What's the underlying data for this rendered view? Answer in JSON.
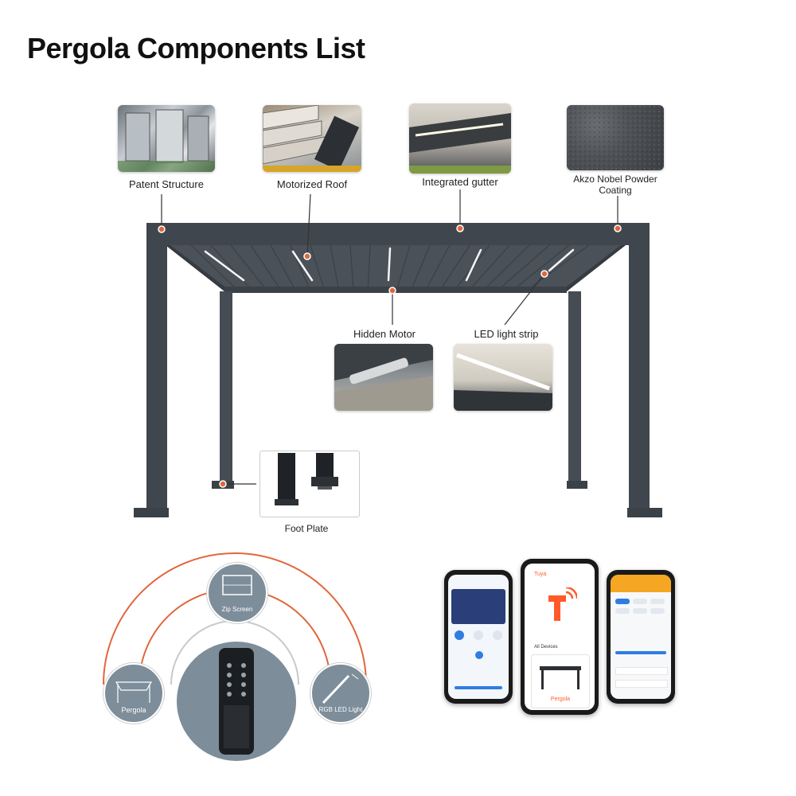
{
  "title": "Pergola Components List",
  "components": {
    "patent_structure": "Patent Structure",
    "motorized_roof": "Motorized Roof",
    "integrated_gutter": "Integrated gutter",
    "coating_line1": "Akzo Nobel Powder",
    "coating_line2": "Coating",
    "hidden_motor": "Hidden Motor",
    "led_strip": "LED light strip",
    "foot_plate": "Foot Plate"
  },
  "remote": {
    "zip_screen": "Zip Screen",
    "pergola": "Pergola",
    "rgb_light": "RGB LED Light"
  },
  "app": {
    "tuya_brand": "Tuya",
    "all_devices": "All Devices",
    "device_name": "Pergola"
  },
  "colors": {
    "frame": "#3f464d",
    "marker": "#e0673d",
    "arc": "#e0673d",
    "circle_fill": "#7d8d9a",
    "tuya_orange": "#ff5a28",
    "app_blue": "#2f7de1"
  }
}
